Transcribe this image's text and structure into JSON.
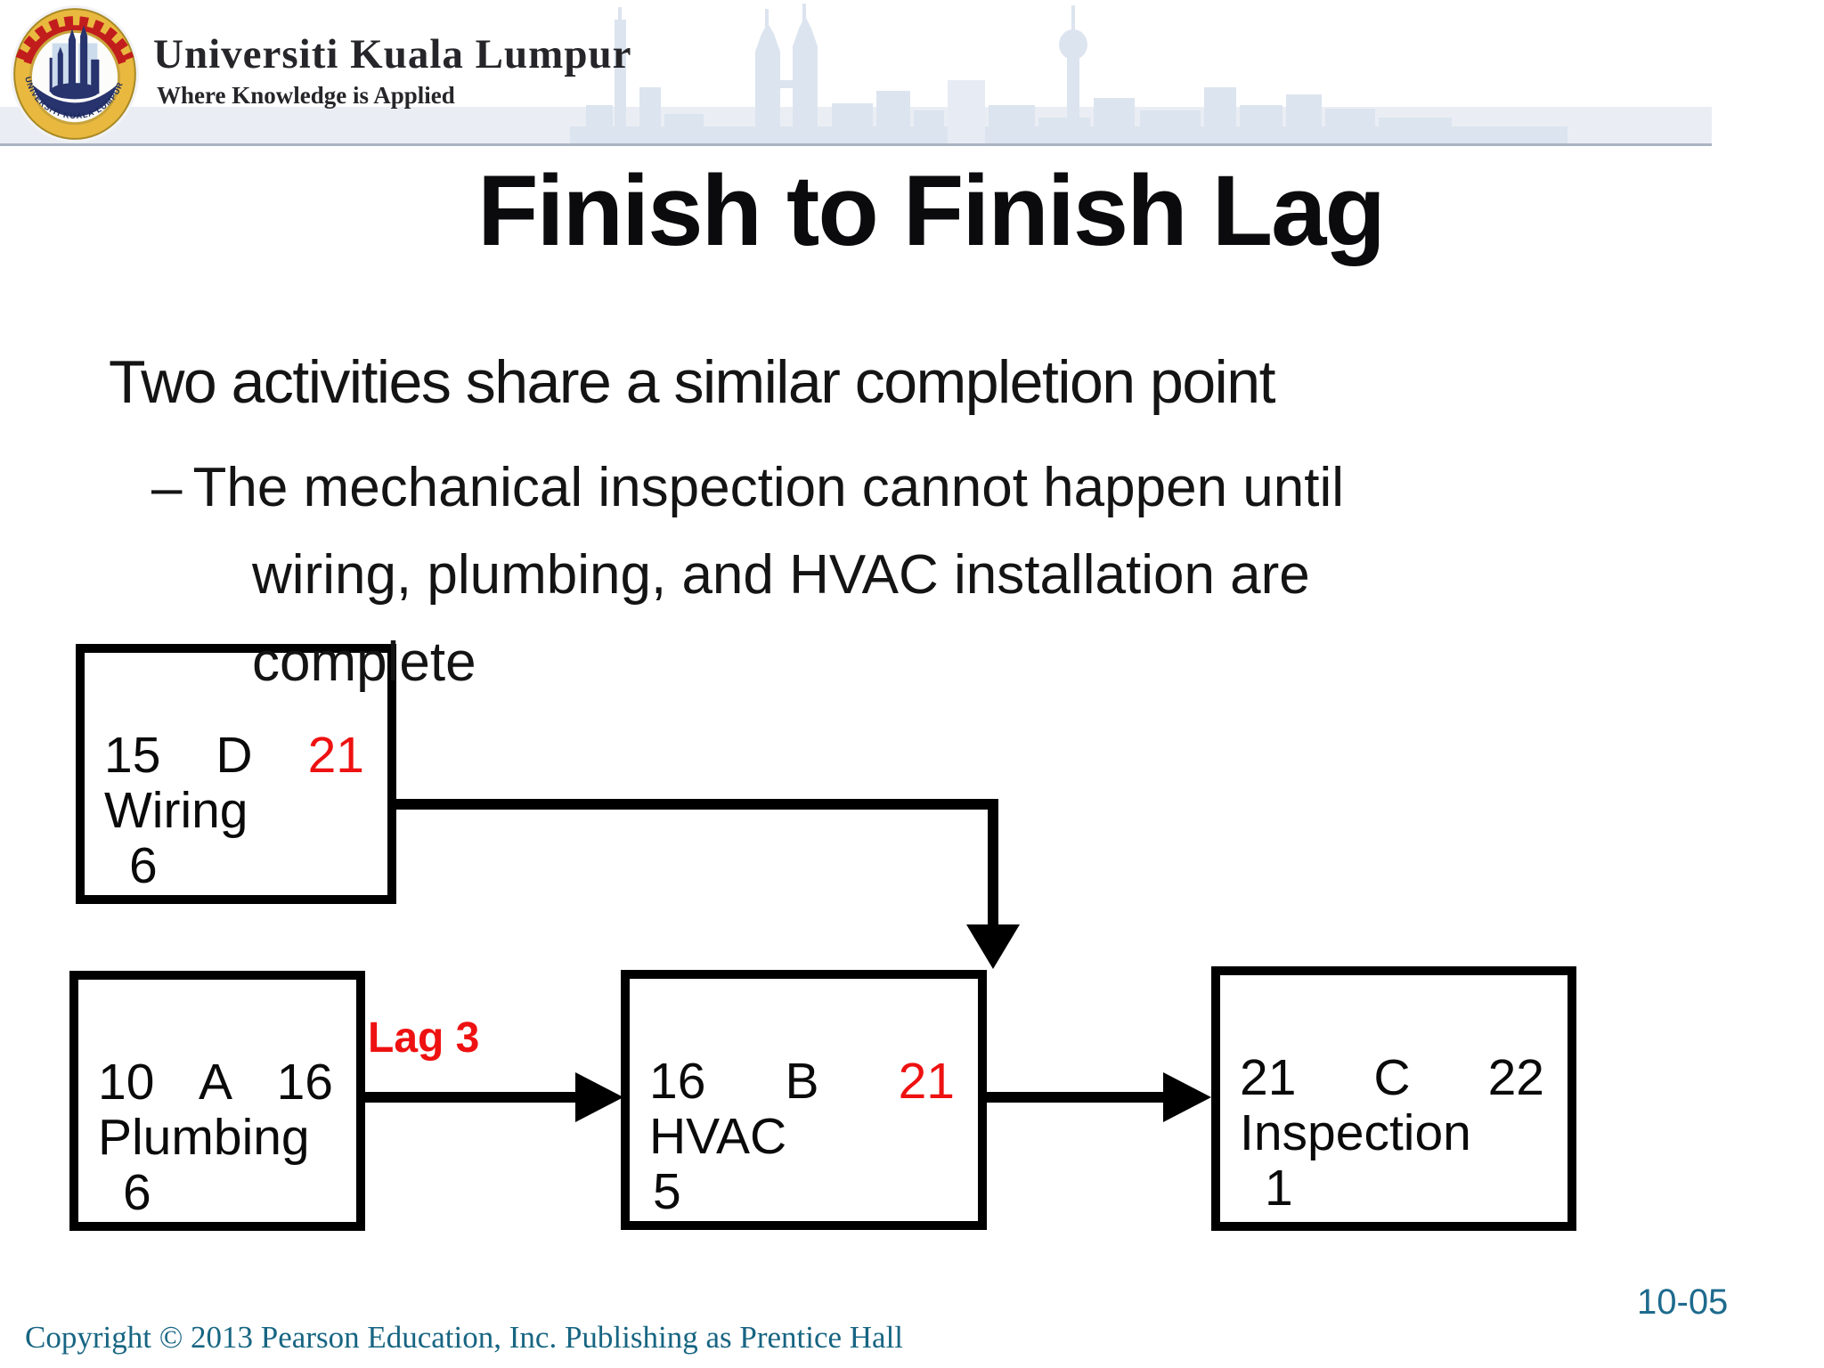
{
  "header": {
    "university_name": "Universiti Kuala Lumpur",
    "tagline": "Where Knowledge is Applied",
    "seal_text": "UNIVERSITI KUALA LUMPUR"
  },
  "slide": {
    "title": "Finish to Finish Lag",
    "bullet": "Two activities share a similar completion point",
    "sub_bullet": {
      "dash": "–",
      "line1": "The mechanical inspection cannot happen until",
      "line2": "wiring, plumbing, and HVAC installation are",
      "line3": "complete"
    }
  },
  "diagram": {
    "lag_label": "Lag 3",
    "nodes": [
      {
        "es": "15",
        "letter": "D",
        "ef": "21",
        "ef_red": true,
        "name": "Wiring",
        "duration": "6"
      },
      {
        "es": "10",
        "letter": "A",
        "ef": "16",
        "ef_red": false,
        "name": "Plumbing",
        "duration": "6"
      },
      {
        "es": "16",
        "letter": "B",
        "ef": "21",
        "ef_red": true,
        "name": "HVAC",
        "duration": "5"
      },
      {
        "es": "21",
        "letter": "C",
        "ef": "22",
        "ef_red": false,
        "name": "Inspection",
        "duration": "1"
      }
    ]
  },
  "footer": {
    "copyright": "Copyright © 2013 Pearson Education, Inc. Publishing as Prentice Hall",
    "page_number": "10-05"
  },
  "colors": {
    "accent_red": "#ee1111",
    "footer_teal": "#176582",
    "page_number_teal": "#1e6b8e",
    "skyline": "#dce4ef"
  }
}
